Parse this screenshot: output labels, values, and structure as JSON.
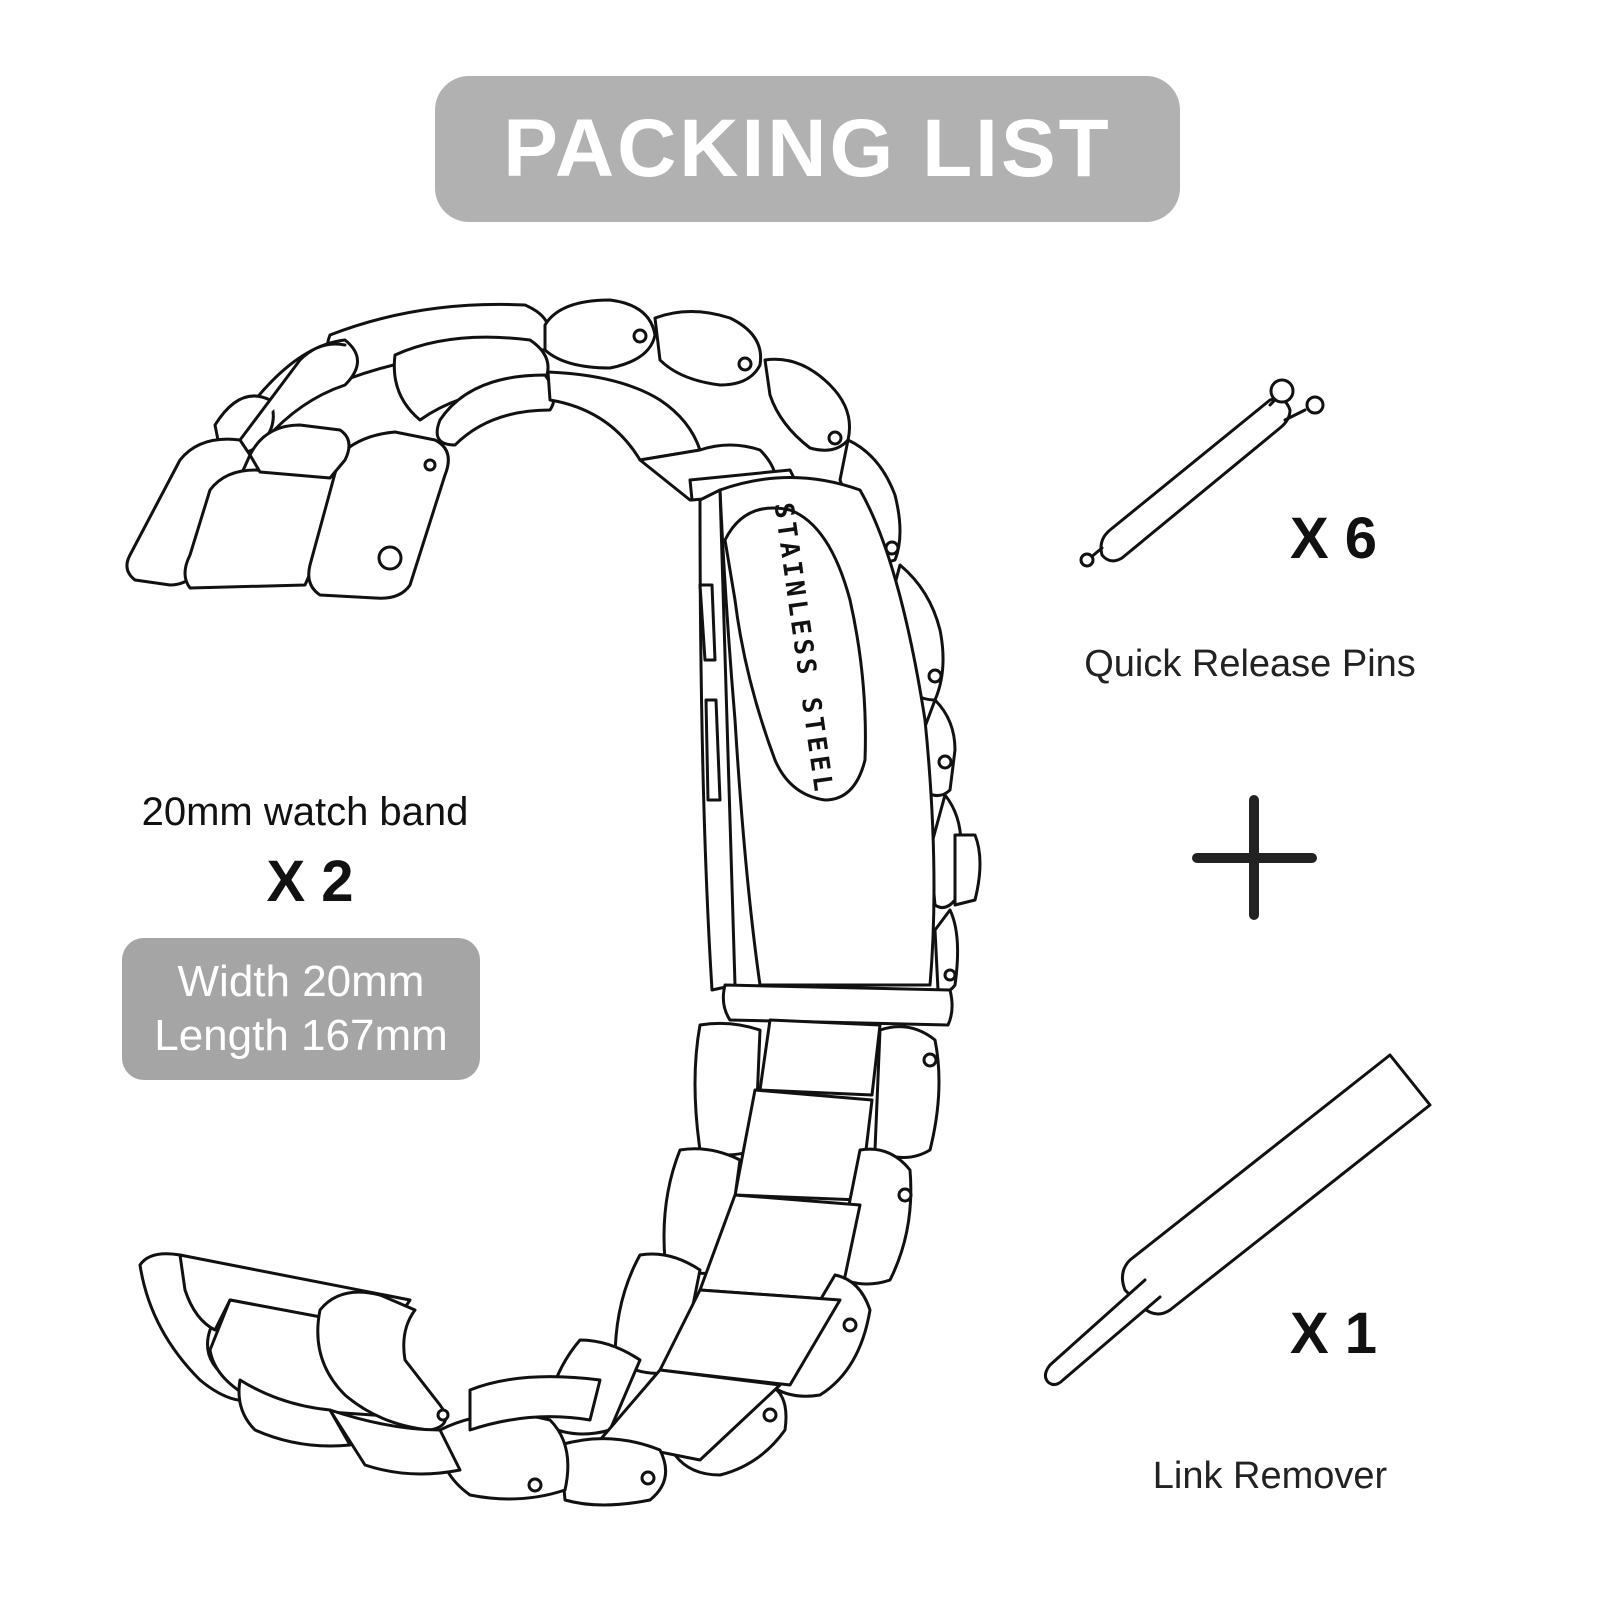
{
  "header": {
    "title": "PACKING LIST"
  },
  "band": {
    "label": "20mm watch band",
    "quantity": "X 2",
    "width": "Width 20mm",
    "length": "Length 167mm",
    "clasp_engraving": "STAINLESS STEEL"
  },
  "pins": {
    "quantity": "X 6",
    "label": "Quick Release Pins"
  },
  "remover": {
    "quantity": "X 1",
    "label": "Link Remover"
  },
  "colors": {
    "title_pill": "#b1b1b1",
    "spec_pill": "#a5a5a5",
    "line": "#111111"
  }
}
